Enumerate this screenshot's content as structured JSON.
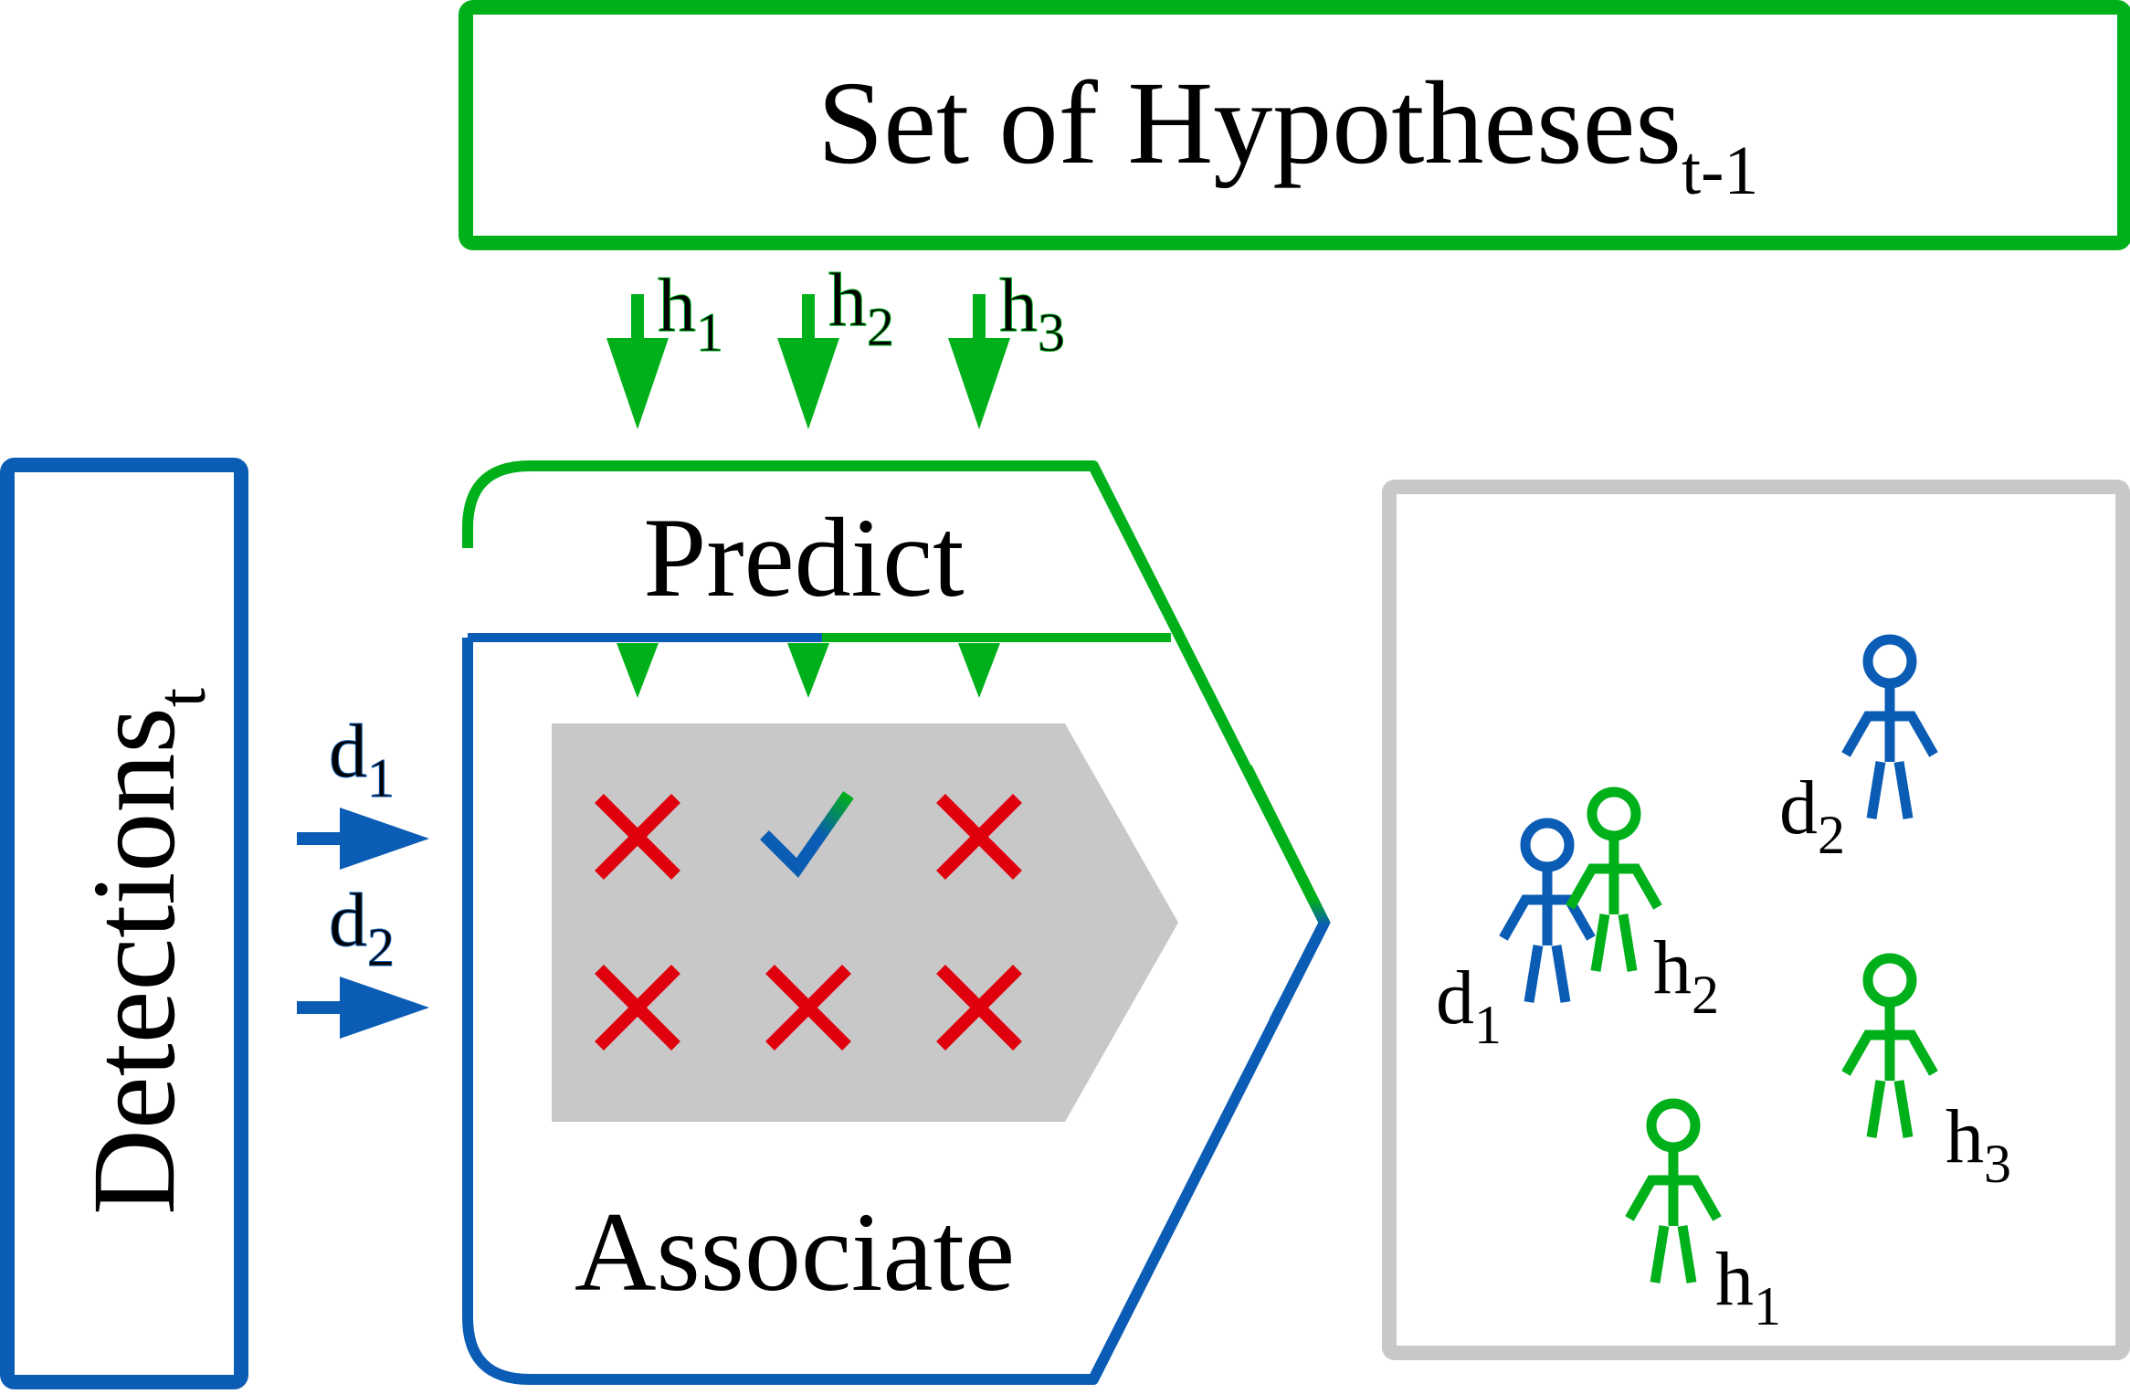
{
  "hypotheses_box": {
    "title": "Set of Hypotheses",
    "title_sub": "t-1"
  },
  "detections_box": {
    "title": "Detections",
    "title_sub": "t"
  },
  "hypothesis_inputs": [
    {
      "base": "h",
      "sub": "1"
    },
    {
      "base": "h",
      "sub": "2"
    },
    {
      "base": "h",
      "sub": "3"
    }
  ],
  "detection_inputs": [
    {
      "base": "d",
      "sub": "1"
    },
    {
      "base": "d",
      "sub": "2"
    }
  ],
  "process": {
    "predict_label": "Predict",
    "associate_label": "Associate"
  },
  "association_matrix": {
    "rows": [
      [
        "cross",
        "check",
        "cross"
      ],
      [
        "cross",
        "cross",
        "cross"
      ]
    ]
  },
  "scene_people": [
    {
      "kind": "detection",
      "base": "d",
      "sub": "1"
    },
    {
      "kind": "hypothesis",
      "base": "h",
      "sub": "2"
    },
    {
      "kind": "detection",
      "base": "d",
      "sub": "2"
    },
    {
      "kind": "hypothesis",
      "base": "h",
      "sub": "3"
    },
    {
      "kind": "hypothesis",
      "base": "h",
      "sub": "1"
    }
  ],
  "colors": {
    "hypothesis_green": "#00b01a",
    "detection_blue": "#0a5cb4",
    "cross_red": "#e0000d",
    "panel_gray": "#c8c8c8",
    "frame_gray": "#c8c8c8"
  }
}
